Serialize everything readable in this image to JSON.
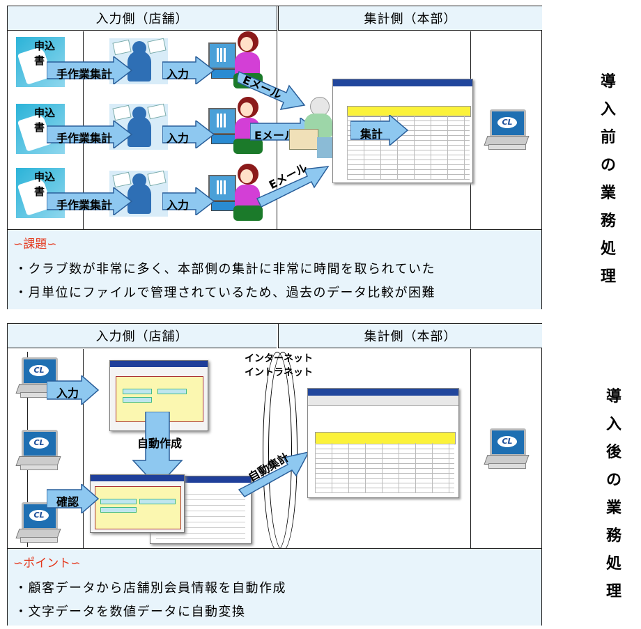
{
  "before": {
    "header_left": "入力側（店舗）",
    "header_right": "集計側（本部）",
    "doc_label": "申込書",
    "handwork_label": "手作業集計",
    "input_label": "入力",
    "email_label": "Eメール",
    "sum_label": "集計",
    "issues_title": "∽課題∽",
    "issues": [
      "・クラブ数が非常に多く、本部側の集計に非常に時間を取られていた",
      "・月単位にファイルで管理されているため、過去のデータ比較が困難"
    ],
    "side_label": [
      "導",
      "入",
      "前",
      "の",
      "業",
      "務",
      "処",
      "理"
    ]
  },
  "after": {
    "header_left": "入力側（店舗）",
    "header_right": "集計側（本部）",
    "network_label_1": "インターネット",
    "network_label_2": "イントラネット",
    "input_label": "入力",
    "confirm_label": "確認",
    "auto_create_label": "自動作成",
    "auto_sum_label": "自動集計",
    "points_title": "∽ポイント∽",
    "points": [
      "・顧客データから店舗別会員情報を自動作成",
      "・文字データを数値データに自動変換"
    ],
    "side_label": [
      "導",
      "入",
      "後",
      "の",
      "業",
      "務",
      "処",
      "理"
    ]
  },
  "pc_logo": "CL",
  "colors": {
    "header_bg": "#e8f4fb",
    "arrow_fill": "#8ec8f0",
    "title_red": "#e4371c",
    "sheet_yellow": "#fbf23a"
  }
}
